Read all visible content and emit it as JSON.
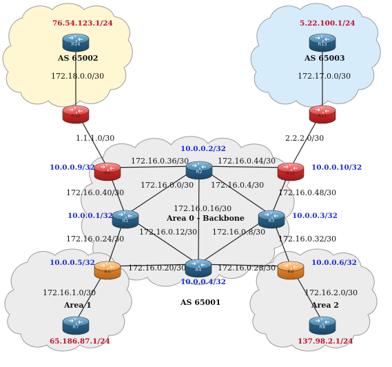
{
  "colors": {
    "blue_ip": "#1f2fd6",
    "red_ip": "#c3102c",
    "router_blue": "#2f6f99",
    "router_red": "#e8383b",
    "router_orange": "#f29a3d",
    "cloud_yellow": "#fff6d2",
    "cloud_blue": "#d7ecfb",
    "cloud_gray": "#ececec"
  },
  "clouds": {
    "as65002": {
      "label": "AS 65002"
    },
    "as65003": {
      "label": "AS 65003"
    },
    "backbone": {
      "label": "Area 0 - Backbone"
    },
    "as65001": {
      "label": "AS 65001"
    },
    "area1": {
      "label": "Area 1"
    },
    "area2": {
      "label": "Area 2"
    }
  },
  "routers": {
    "R14": {
      "name": "R14",
      "type": "blue"
    },
    "R13": {
      "name": "R13",
      "type": "blue"
    },
    "R12": {
      "name": "R12",
      "type": "red"
    },
    "R11": {
      "name": "R11",
      "type": "red"
    },
    "R9": {
      "name": "R9",
      "type": "red"
    },
    "R2": {
      "name": "R2",
      "type": "blue"
    },
    "R10": {
      "name": "R10",
      "type": "red"
    },
    "R1": {
      "name": "R1",
      "type": "blue"
    },
    "R3": {
      "name": "R3",
      "type": "blue"
    },
    "R5": {
      "name": "R5",
      "type": "orange"
    },
    "R4": {
      "name": "R4",
      "type": "blue"
    },
    "R6": {
      "name": "R6",
      "type": "orange"
    },
    "R7": {
      "name": "R7",
      "type": "blue"
    },
    "R8": {
      "name": "R8",
      "type": "blue"
    }
  },
  "networks": {
    "r14_r12": "172.18.0.0/30",
    "r13_r11": "172.17.0.0/30",
    "r12_r9": "1.1.1.0/30",
    "r11_r10": "2.2.2.0/30",
    "r9_r2": "172.16.0.36/30",
    "r2_r10": "172.16.0.44/30",
    "r2_r1": "172.16.0.0/30",
    "r2_r3": "172.16.0.4/30",
    "r9_r1": "172.16.0.40/30",
    "r10_r3": "172.16.0.48/30",
    "r2_r4": "172.16.0.16/30",
    "r1_r4": "172.16.0.12/30",
    "r3_r4": "172.16.0.8/30",
    "r1_r5": "172.16.0.24/30",
    "r3_r6": "172.16.0.32/30",
    "r5_r4": "172.16.0.20/30",
    "r4_r6": "172.16.0.28/30",
    "r5_r7": "172.16.1.0/30",
    "r6_r8": "172.16.2.0/30"
  },
  "loopbacks": {
    "r14": "76.54.123.1/24",
    "r13": "5.22.100.1/24",
    "r9": "10.0.0.9/32",
    "r2": "10.0.0.2/32",
    "r10": "10.0.0.10/32",
    "r1": "10.0.0.1/32",
    "r3": "10.0.0.3/32",
    "r5": "10.0.0.5/32",
    "r4": "10.0.0.4/32",
    "r6": "10.0.0.6/32",
    "r7": "65.186.87.1/24",
    "r8": "137.98.2.1/24"
  }
}
